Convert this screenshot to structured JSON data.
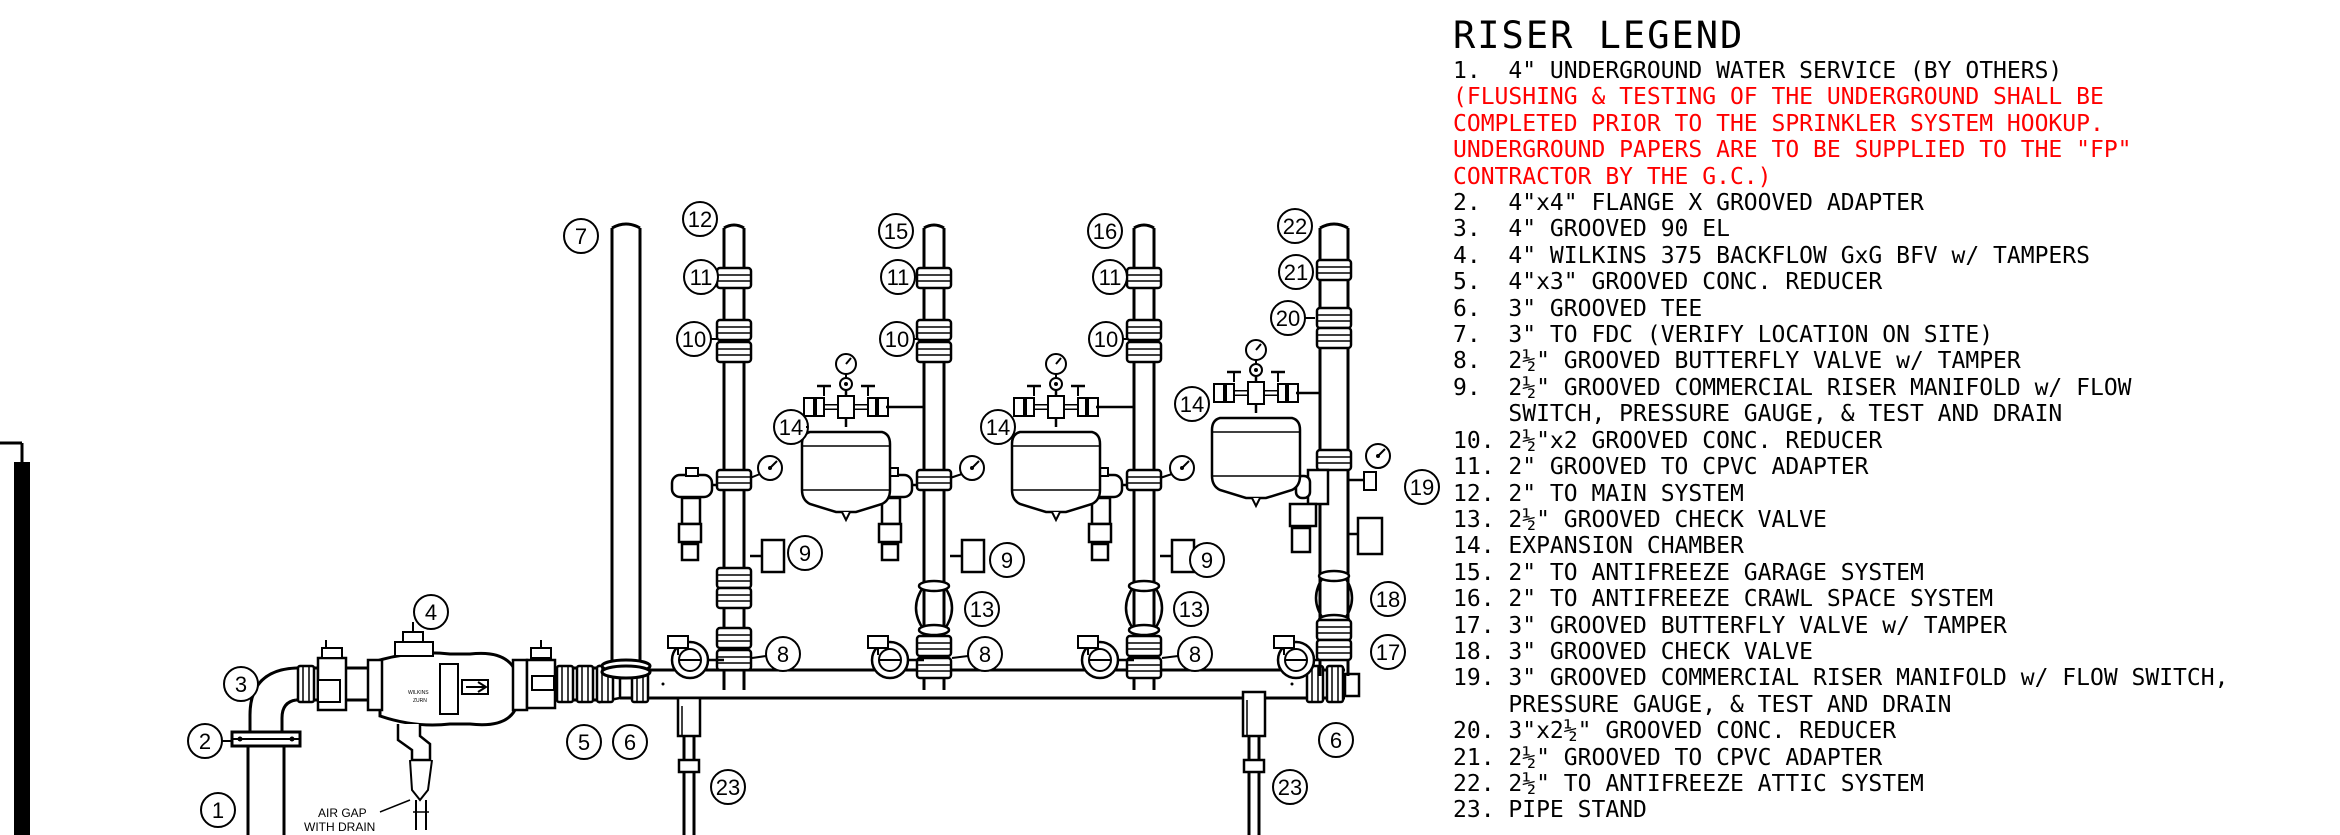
{
  "legend": {
    "title": "RISER LEGEND",
    "items": [
      {
        "text": "1.  4\" UNDERGROUND WATER SERVICE (BY OTHERS)",
        "note": false
      },
      {
        "text": "(FLUSHING & TESTING OF THE UNDERGROUND SHALL BE",
        "note": true
      },
      {
        "text": "COMPLETED PRIOR TO THE SPRINKLER SYSTEM HOOKUP.",
        "note": true
      },
      {
        "text": "UNDERGROUND PAPERS ARE TO BE SUPPLIED TO THE \"FP\"",
        "note": true
      },
      {
        "text": "CONTRACTOR BY THE G.C.)",
        "note": true
      },
      {
        "text": "2.  4\"x4\" FLANGE X GROOVED ADAPTER",
        "note": false
      },
      {
        "text": "3.  4\" GROOVED 90 EL",
        "note": false
      },
      {
        "text": "4.  4\" WILKINS 375 BACKFLOW GxG BFV w/ TAMPERS",
        "note": false
      },
      {
        "text": "5.  4\"x3\" GROOVED CONC. REDUCER",
        "note": false
      },
      {
        "text": "6.  3\" GROOVED TEE",
        "note": false
      },
      {
        "text": "7.  3\" TO FDC (VERIFY LOCATION ON SITE)",
        "note": false
      },
      {
        "text": "8.  2½\" GROOVED BUTTERFLY VALVE w/ TAMPER",
        "note": false
      },
      {
        "text": "9.  2½\" GROOVED COMMERCIAL RISER MANIFOLD w/ FLOW",
        "note": false
      },
      {
        "text": "    SWITCH, PRESSURE GAUGE, & TEST AND DRAIN",
        "note": false
      },
      {
        "text": "10. 2½\"x2 GROOVED CONC. REDUCER",
        "note": false
      },
      {
        "text": "11. 2\" GROOVED TO CPVC ADAPTER",
        "note": false
      },
      {
        "text": "12. 2\" TO MAIN SYSTEM",
        "note": false
      },
      {
        "text": "13. 2½\" GROOVED CHECK VALVE",
        "note": false
      },
      {
        "text": "14. EXPANSION CHAMBER",
        "note": false
      },
      {
        "text": "15. 2\" TO ANTIFREEZE GARAGE SYSTEM",
        "note": false
      },
      {
        "text": "16. 2\" TO ANTIFREEZE CRAWL SPACE SYSTEM",
        "note": false
      },
      {
        "text": "17. 3\" GROOVED BUTTERFLY VALVE w/ TAMPER",
        "note": false
      },
      {
        "text": "18. 3\" GROOVED CHECK VALVE",
        "note": false
      },
      {
        "text": "19. 3\" GROOVED COMMERCIAL RISER MANIFOLD w/ FLOW SWITCH,",
        "note": false
      },
      {
        "text": "    PRESSURE GAUGE, & TEST AND DRAIN",
        "note": false
      },
      {
        "text": "20. 3\"x2½\" GROOVED CONC. REDUCER",
        "note": false
      },
      {
        "text": "21. 2½\" GROOVED TO CPVC ADAPTER",
        "note": false
      },
      {
        "text": "22. 2½\" TO ANTIFREEZE ATTIC SYSTEM",
        "note": false
      },
      {
        "text": "23. PIPE STAND",
        "note": false
      }
    ]
  },
  "drawing": {
    "air_gap_label_1": "AIR GAP",
    "air_gap_label_2": "WITH DRAIN",
    "backflow_brand": "WILKINS",
    "backflow_model": "ZURN",
    "callouts": {
      "c1": "1",
      "c2": "2",
      "c3": "3",
      "c4": "4",
      "c5": "5",
      "c6a": "6",
      "c6b": "6",
      "c7": "7",
      "c8a": "8",
      "c8b": "8",
      "c8c": "8",
      "c9a": "9",
      "c9b": "9",
      "c9c": "9",
      "c10a": "10",
      "c10b": "10",
      "c10c": "10",
      "c11a": "11",
      "c11b": "11",
      "c11c": "11",
      "c12": "12",
      "c13a": "13",
      "c13b": "13",
      "c14a": "14",
      "c14b": "14",
      "c14c": "14",
      "c15": "15",
      "c16": "16",
      "c17": "17",
      "c18": "18",
      "c19": "19",
      "c20": "20",
      "c21": "21",
      "c22": "22",
      "c23a": "23",
      "c23b": "23"
    }
  },
  "colors": {
    "line": "#000000",
    "note": "#ff0000",
    "background": "#ffffff"
  }
}
